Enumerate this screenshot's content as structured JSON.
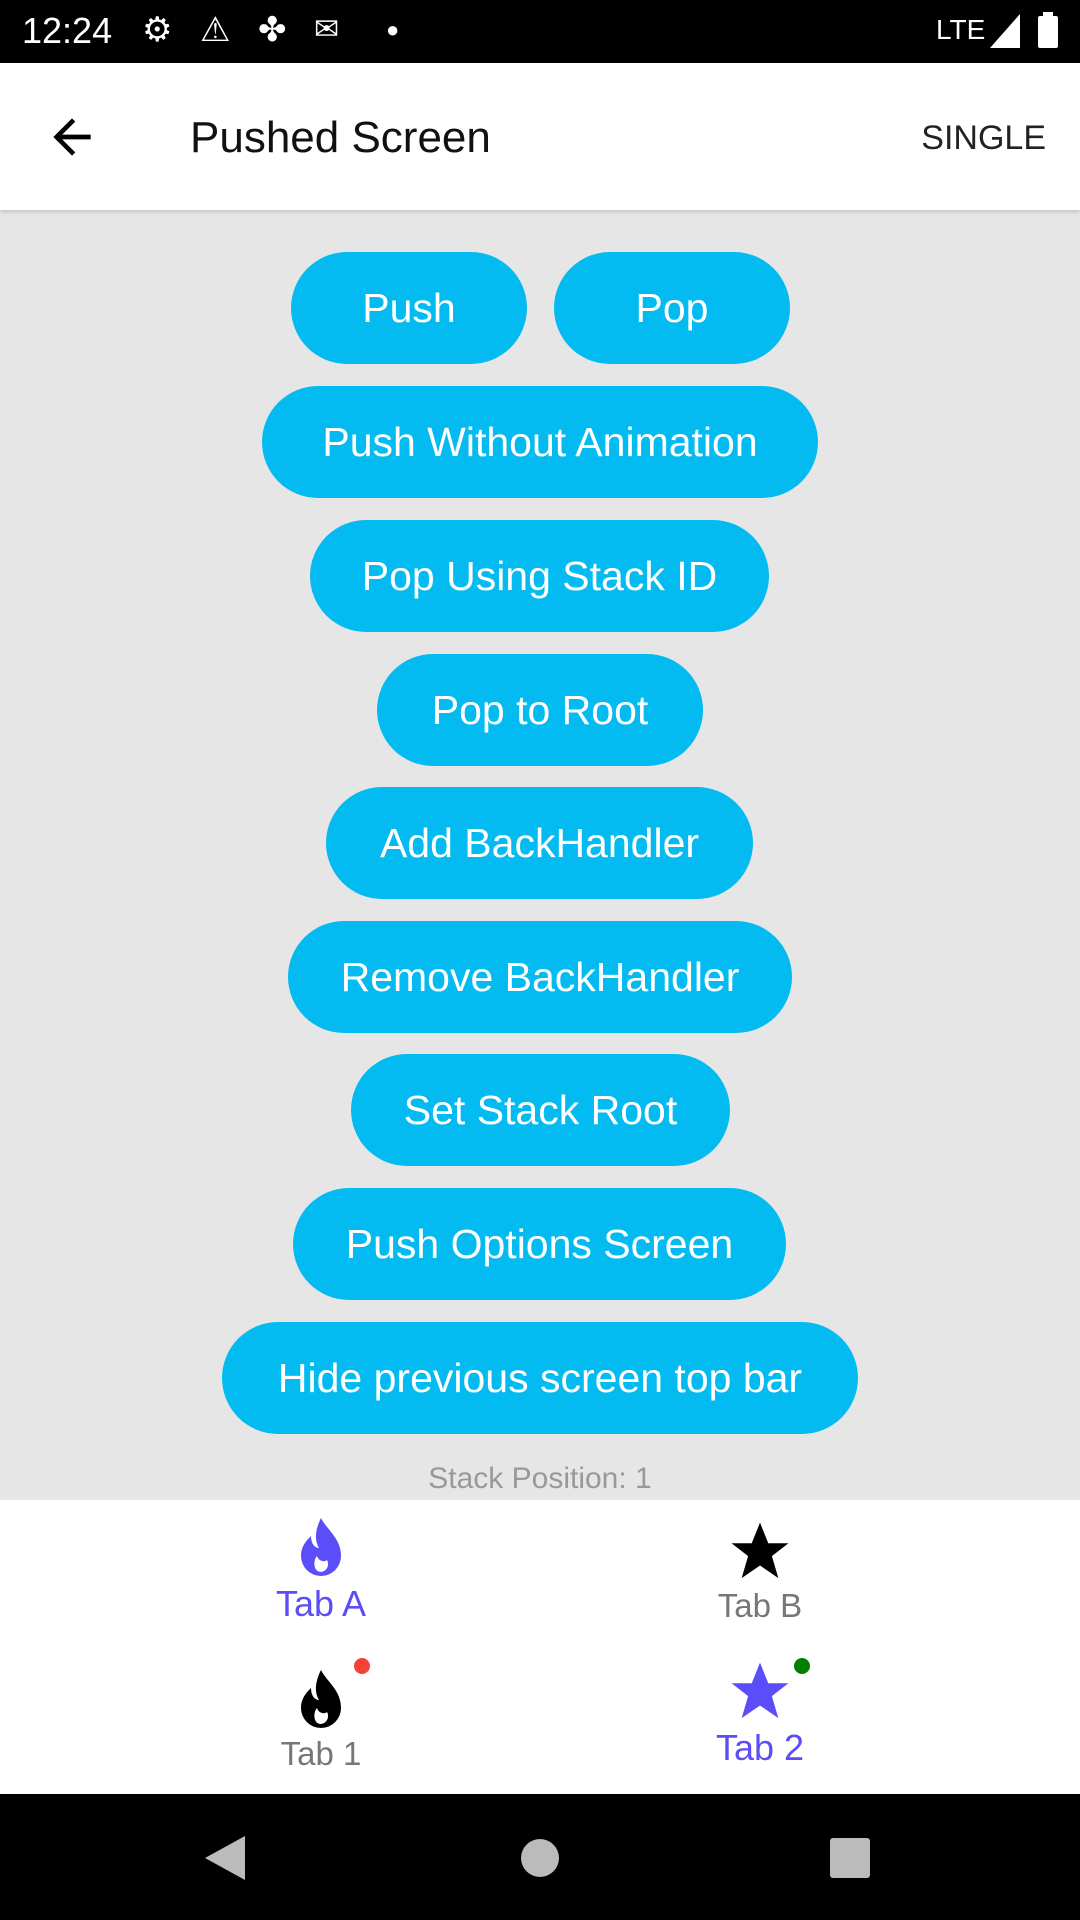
{
  "status_bar": {
    "time": "12:24",
    "network": "LTE",
    "icons": [
      "gear-icon",
      "warning-icon",
      "fan-icon",
      "gmail-icon",
      "dot-icon",
      "signal-icon",
      "battery-icon"
    ]
  },
  "app_bar": {
    "title": "Pushed Screen",
    "action": "SINGLE"
  },
  "buttons": [
    "Push",
    "Pop",
    "Push Without Animation",
    "Pop Using Stack ID",
    "Pop to Root",
    "Add BackHandler",
    "Remove BackHandler",
    "Set Stack Root",
    "Push Options Screen",
    "Hide previous screen top bar"
  ],
  "stack_position": "Stack Position: 1",
  "tabs": [
    {
      "label": "Tab A",
      "icon": "flame-icon",
      "selected": true
    },
    {
      "label": "Tab B",
      "icon": "star-icon",
      "selected": false
    },
    {
      "label": "Tab 1",
      "icon": "flame-icon",
      "selected": false,
      "badge_color": "#f44336"
    },
    {
      "label": "Tab 2",
      "icon": "star-icon",
      "selected": true,
      "badge_color": "#008000"
    }
  ],
  "colors": {
    "button": "#03bbf1",
    "accent": "#5b4ef8",
    "background": "#e6e6e6"
  }
}
